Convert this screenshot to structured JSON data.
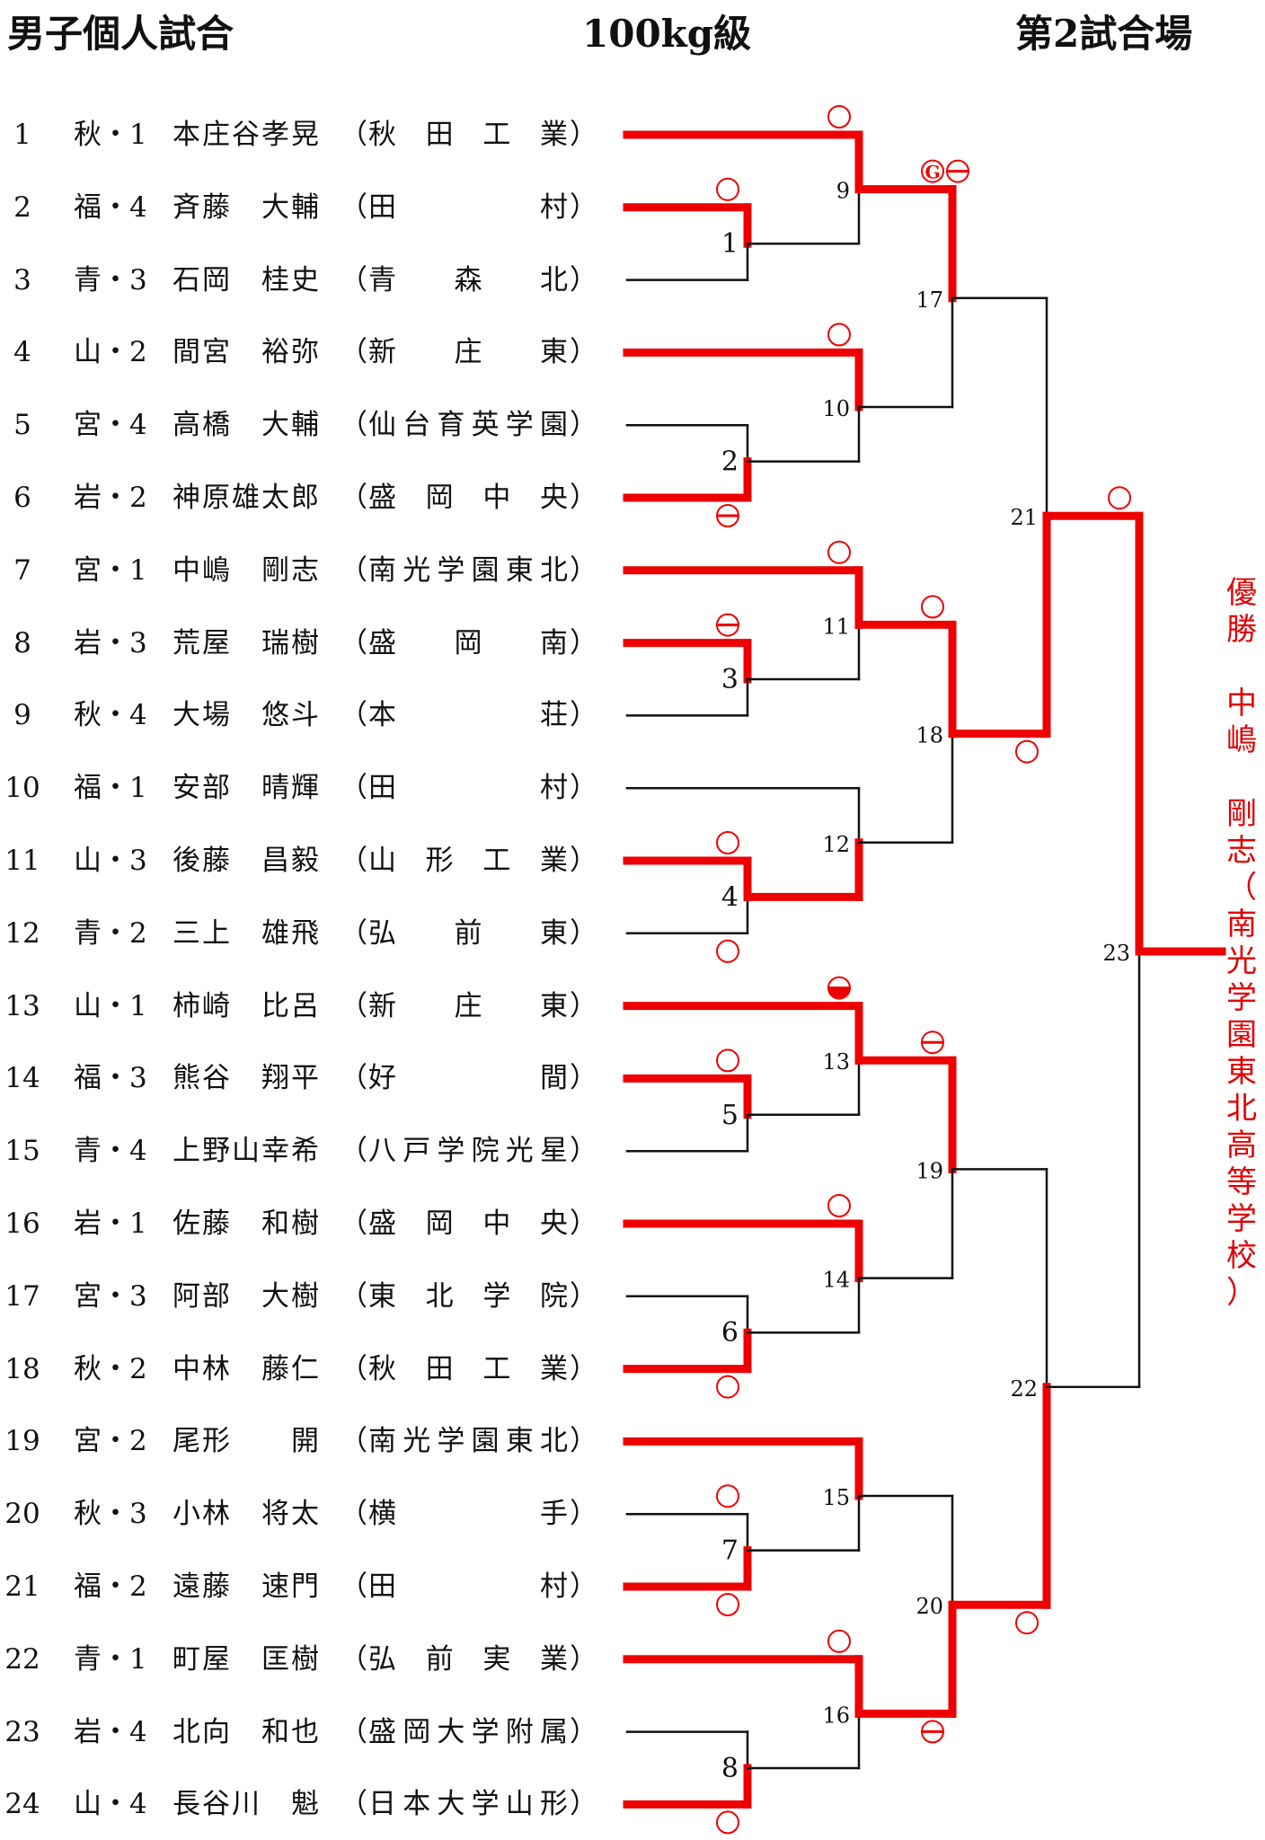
{
  "header": {
    "left": "男子個人試合",
    "center": "100kg級",
    "right": "第2試合場"
  },
  "entries": [
    {
      "no": "1",
      "pref": "秋・1",
      "name": "本庄谷孝晃",
      "school": "秋田工業"
    },
    {
      "no": "2",
      "pref": "福・4",
      "name": "斉藤　大輔",
      "school": "田村"
    },
    {
      "no": "3",
      "pref": "青・3",
      "name": "石岡　桂史",
      "school": "青森北"
    },
    {
      "no": "4",
      "pref": "山・2",
      "name": "間宮　裕弥",
      "school": "新庄東"
    },
    {
      "no": "5",
      "pref": "宮・4",
      "name": "高橋　大輔",
      "school": "仙台育英学園"
    },
    {
      "no": "6",
      "pref": "岩・2",
      "name": "神原雄太郎",
      "school": "盛岡中央"
    },
    {
      "no": "7",
      "pref": "宮・1",
      "name": "中嶋　剛志",
      "school": "南光学園東北"
    },
    {
      "no": "8",
      "pref": "岩・3",
      "name": "荒屋　瑞樹",
      "school": "盛岡南"
    },
    {
      "no": "9",
      "pref": "秋・4",
      "name": "大場　悠斗",
      "school": "本荘"
    },
    {
      "no": "10",
      "pref": "福・1",
      "name": "安部　晴輝",
      "school": "田村"
    },
    {
      "no": "11",
      "pref": "山・3",
      "name": "後藤　昌毅",
      "school": "山形工業"
    },
    {
      "no": "12",
      "pref": "青・2",
      "name": "三上　雄飛",
      "school": "弘前東"
    },
    {
      "no": "13",
      "pref": "山・1",
      "name": "柿崎　比呂",
      "school": "新庄東"
    },
    {
      "no": "14",
      "pref": "福・3",
      "name": "熊谷　翔平",
      "school": "好間"
    },
    {
      "no": "15",
      "pref": "青・4",
      "name": "上野山幸希",
      "school": "八戸学院光星"
    },
    {
      "no": "16",
      "pref": "岩・1",
      "name": "佐藤　和樹",
      "school": "盛岡中央"
    },
    {
      "no": "17",
      "pref": "宮・3",
      "name": "阿部　大樹",
      "school": "東北学院"
    },
    {
      "no": "18",
      "pref": "秋・2",
      "name": "中林　藤仁",
      "school": "秋田工業"
    },
    {
      "no": "19",
      "pref": "宮・2",
      "name": "尾形　　開",
      "school": "南光学園東北"
    },
    {
      "no": "20",
      "pref": "秋・3",
      "name": "小林　将太",
      "school": "横手"
    },
    {
      "no": "21",
      "pref": "福・2",
      "name": "遠藤　速門",
      "school": "田村"
    },
    {
      "no": "22",
      "pref": "青・1",
      "name": "町屋　匡樹",
      "school": "弘前実業"
    },
    {
      "no": "23",
      "pref": "岩・4",
      "name": "北向　和也",
      "school": "盛岡大学附属"
    },
    {
      "no": "24",
      "pref": "山・4",
      "name": "長谷川　魁",
      "school": "日本大学山形"
    }
  ],
  "bracket": {
    "colors": {
      "win": "#ee0000",
      "normal": "#111111"
    },
    "matches": [
      {
        "no": "1",
        "a": 2,
        "b": 3,
        "winner": "a",
        "level": 1
      },
      {
        "no": "2",
        "a": 5,
        "b": 6,
        "winner": "b",
        "level": 1
      },
      {
        "no": "3",
        "a": 8,
        "b": 9,
        "winner": "a",
        "level": 1
      },
      {
        "no": "4",
        "a": 11,
        "b": 12,
        "winner": "a",
        "level": 1
      },
      {
        "no": "5",
        "a": 14,
        "b": 15,
        "winner": "a",
        "level": 1
      },
      {
        "no": "6",
        "a": 17,
        "b": 18,
        "winner": "b",
        "level": 1
      },
      {
        "no": "7",
        "a": 20,
        "b": 21,
        "winner": "b",
        "level": 1
      },
      {
        "no": "8",
        "a": 23,
        "b": 24,
        "winner": "b",
        "level": 1
      },
      {
        "no": "9",
        "a": "e1",
        "b": "m1",
        "winner": "a",
        "level": 2
      },
      {
        "no": "10",
        "a": "e4",
        "b": "m2",
        "winner": "a",
        "level": 2
      },
      {
        "no": "11",
        "a": "e7",
        "b": "m3",
        "winner": "a",
        "level": 2
      },
      {
        "no": "12",
        "a": "e10",
        "b": "m4",
        "winner": "b",
        "level": 2
      },
      {
        "no": "13",
        "a": "e13",
        "b": "m5",
        "winner": "a",
        "level": 2
      },
      {
        "no": "14",
        "a": "e16",
        "b": "m6",
        "winner": "a",
        "level": 2
      },
      {
        "no": "15",
        "a": "e19",
        "b": "m7",
        "winner": "a",
        "level": 2
      },
      {
        "no": "16",
        "a": "e22",
        "b": "m8",
        "winner": "a",
        "level": 2
      },
      {
        "no": "17",
        "a": "m9",
        "b": "m10",
        "winner": "a",
        "level": 3
      },
      {
        "no": "18",
        "a": "m11",
        "b": "m12",
        "winner": "a",
        "level": 3
      },
      {
        "no": "19",
        "a": "m13",
        "b": "m14",
        "winner": "a",
        "level": 3
      },
      {
        "no": "20",
        "a": "m15",
        "b": "m16",
        "winner": "b",
        "level": 3
      },
      {
        "no": "21",
        "a": "m17",
        "b": "m18",
        "winner": "b",
        "level": 4
      },
      {
        "no": "22",
        "a": "m19",
        "b": "m20",
        "winner": "b",
        "level": 4
      },
      {
        "no": "23",
        "a": "m21",
        "b": "m22",
        "winner": "a",
        "level": 5
      }
    ],
    "marks": [
      {
        "entry": 1,
        "type": "circle"
      },
      {
        "entry": 2,
        "type": "circle"
      },
      {
        "entry": 4,
        "type": "circle"
      },
      {
        "entry": 6,
        "type": "barred"
      },
      {
        "entry": 7,
        "type": "circle"
      },
      {
        "entry": 8,
        "type": "barred"
      },
      {
        "entry": 11,
        "type": "circle"
      },
      {
        "entry": 12,
        "type": "circle"
      },
      {
        "entry": 13,
        "type": "half"
      },
      {
        "entry": 14,
        "type": "circle"
      },
      {
        "entry": 16,
        "type": "circle"
      },
      {
        "entry": 18,
        "type": "circle"
      },
      {
        "entry": 20,
        "type": "circle"
      },
      {
        "entry": 21,
        "type": "circle"
      },
      {
        "entry": 22,
        "type": "circle"
      },
      {
        "entry": 24,
        "type": "circle"
      },
      {
        "match": 9,
        "type": "gbarred",
        "text": "G"
      },
      {
        "match": 11,
        "type": "circle"
      },
      {
        "match": 13,
        "type": "barred"
      },
      {
        "match": 16,
        "type": "barred"
      },
      {
        "match": 18,
        "type": "circle"
      },
      {
        "match": 20,
        "type": "circle"
      },
      {
        "match": 21,
        "type": "circle"
      }
    ]
  },
  "champion": {
    "label": "優勝",
    "name": "中嶋　剛志",
    "school": "（南光学園東北高等学校）"
  }
}
